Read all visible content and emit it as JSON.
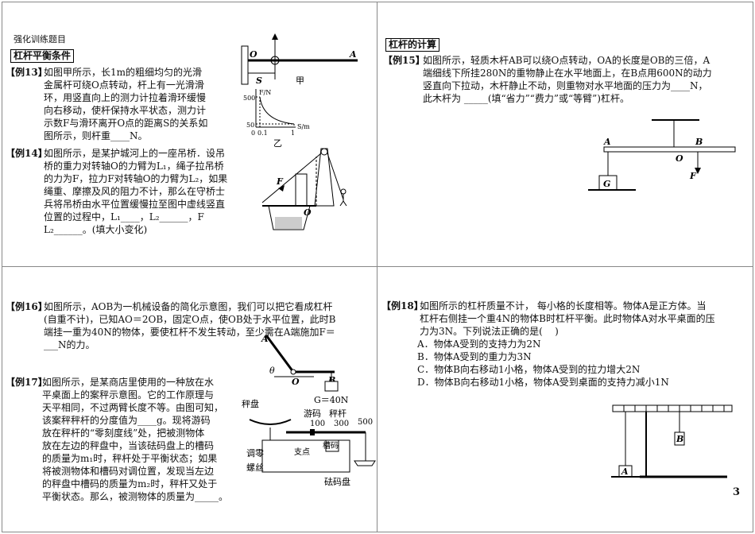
{
  "header": "强化训练题目",
  "section1": "杠杆平衡条件",
  "section2": "杠杆的计算",
  "q13": {
    "num": "【例13】",
    "lines": [
      "如图甲所示，长1m的粗细均匀的光滑",
      "金属杆可绕O点转动，杆上有一光滑滑",
      "环，用竖直向上的测力计拉着滑环缓慢",
      "向右移动，使杆保持水平状态，测力计",
      "示数F与滑环离开O点的距离S的关系如",
      "图所示，则杆重____N。"
    ],
    "fig": {
      "O": "O",
      "A": "A",
      "S": "S",
      "jia": "甲",
      "yi": "乙",
      "FN": "F/N",
      "Sm": "S/m",
      "y500": "500",
      "y50": "50",
      "x0": "0",
      "x01": "0.1",
      "x1": "1"
    }
  },
  "q14": {
    "num": "【例14】",
    "lines": [
      "如图所示，是某护城河上的一座吊桥．设吊",
      "桥的重力对转轴O的力臂为L₁，绳子拉吊桥",
      "的力为F，拉力F对转轴O的力臂为L₂，如果",
      "绳重、摩擦及风的阻力不计，那么在守桥士",
      "兵将吊桥由水平位置缓慢拉至图中虚线竖直",
      "位置的过程中，L₁____，L₂______，F",
      "L₂______。(填大小变化)"
    ],
    "fig": {
      "F": "F",
      "O": "O"
    }
  },
  "q15": {
    "num": "【例15】",
    "lines": [
      "如图所示，轻质木杆AB可以绕O点转动，OA的长度是OB的三倍，A",
      "端细线下所挂280N的重物静止在水平地面上，在B点用600N的动力",
      "竖直向下拉动，木杆静止不动，则重物对水平地面的压力为____N，",
      "此木杆为 _____(填“省力”“费力”或“等臂”)杠杆。"
    ],
    "fig": {
      "A": "A",
      "B": "B",
      "O": "O",
      "F": "F",
      "G": "G"
    }
  },
  "q16": {
    "num": "【例16】",
    "lines": [
      "如图所示，AOB为一机械设备的简化示意图，我们可以把它看成杠杆",
      "(自重不计)，已知AO＝2OB，固定O点，使OB处于水平位置，此时B",
      "端挂一重为40N的物体，要使杠杆不发生转动，至少需在A端施加F＝",
      "___N的力。"
    ],
    "fig": {
      "A": "A",
      "O": "O",
      "B": "B",
      "theta": "θ",
      "G": "G＝40N"
    }
  },
  "q17": {
    "num": "【例17】",
    "lines": [
      "如图所示，是某商店里使用的一种放在水",
      "平桌面上的案秤示意图。它的工作原理与",
      "天平相同，不过两臂长度不等。由图可知，",
      "该案秤秤杆的分度值为____g。现将游码",
      "放在秤杆的“零刻度线”处，把被测物体",
      "放在左边的秤盘中，当该砝码盘上的槽码",
      "的质量为m₁时，秤杆处于平衡状态；如果",
      "将被测物体和槽码对调位置，发现当左边",
      "的秤盘中槽码的质量为m₂时，秤杆又处于",
      "平衡状态。那么，被测物体的质量为_____。"
    ],
    "fig": {
      "pan": "秤盘",
      "rider": "游码",
      "beam": "秤杆",
      "s100": "100",
      "s300": "300",
      "s500": "500",
      "adjust": "调零",
      "screw": "螺丝",
      "pivot": "支点",
      "weight": "槽码",
      "wpan": "砝码盘"
    }
  },
  "q18": {
    "num": "【例18】",
    "lines": [
      "如图所示的杠杆质量不计， 每小格的长度相等。物体A是正方体。当",
      "杠杆右侧挂一个重4N的物体B时杠杆平衡。此时物体A对水平桌面的压",
      "力为3N。下列说法正确的是(    )"
    ],
    "options": [
      "A．物体A受到的支持力为2N",
      "B．物体A受到的重力为3N",
      "C．物体B向右移动1小格，物体A受到的拉力增大2N",
      "D．物体B向右移动1小格，物体A受到桌面的支持力减小1N"
    ],
    "fig": {
      "A": "A",
      "B": "B"
    }
  },
  "page_number": "3"
}
